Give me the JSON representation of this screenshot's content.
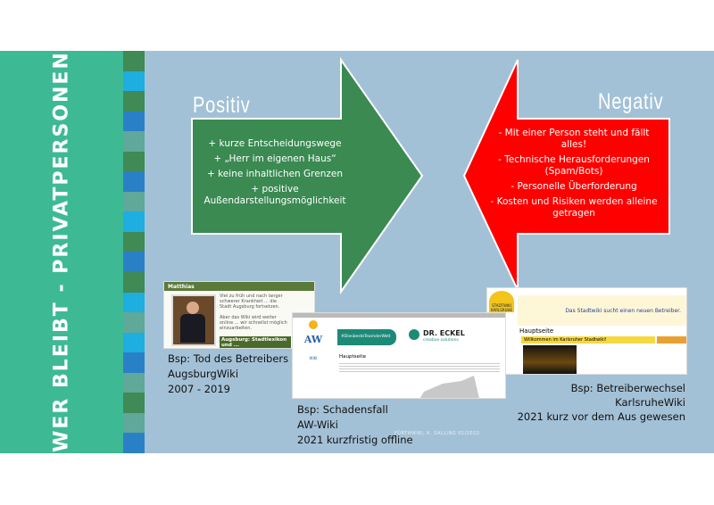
{
  "side_title": "WER BLEIBT - PRIVATPERSONEN",
  "stripe_colors": [
    "#3f8a55",
    "#1eaee0",
    "#3f8a55",
    "#2a80c6",
    "#5fa89a",
    "#3f8a55",
    "#2a80c6",
    "#5fa89a",
    "#1eaee0",
    "#3f8a55",
    "#2a80c6",
    "#3f8a55",
    "#1eaee0",
    "#5fa89a",
    "#1eaee0",
    "#2a80c6",
    "#5fa89a",
    "#3f8a55",
    "#5fa89a",
    "#2a80c6"
  ],
  "positive": {
    "title": "Positiv",
    "color": "#3a8a52",
    "items": [
      "+ kurze Entscheidungswege",
      "+ „Herr im eigenen Haus“",
      "+ keine inhaltlichen Grenzen",
      "+ positive Außendarstellungsmöglichkeit"
    ]
  },
  "negative": {
    "title": "Negativ",
    "color": "#ff0000",
    "items": [
      "- Mit einer Person steht und fällt alles!",
      "- Technische Herausforderungen (Spam/Bots)",
      "- Personelle Überforderung",
      "- Kosten und Risiken werden alleine getragen"
    ]
  },
  "examples": [
    {
      "shot": {
        "header": "Matthias",
        "text": "Viel zu früh und nach langer schwerer Krankheit ... die Stadt Augsburg fortsetzen.",
        "text2": "Aber das Wiki wird weiter online ... wir schnellst möglich einzuarbeiten.",
        "footer": "Augsburg: Stadtlexikon und ..."
      },
      "lines": [
        "Bsp: Tod des Betreibers",
        "AugsburgWiki",
        "2007 - 2019"
      ]
    },
    {
      "shot": {
        "logo": "AW",
        "logo_sub": "WIKI",
        "banner": "#DiesbesteTeamderWelt",
        "brand": "DR. ECKEL",
        "brand_sub": "creative solutions",
        "heading": "Hauptseite"
      },
      "lines": [
        "Bsp: Schadensfall",
        "AW-Wiki",
        "2021 kurzfristig offline"
      ]
    },
    {
      "shot": {
        "logo": "STADTWIKI KARLSRUHE",
        "notice": "Das Stadtwiki sucht einen neuen Betreiber.",
        "heading": "Hauptseite",
        "welcome": "Willkommen im Karlsruher Stadtwiki!"
      },
      "lines": [
        "Bsp:  Betreiberwechsel",
        "KarlsruheWiki",
        "2021 kurz vor dem Aus gewesen"
      ]
    }
  ],
  "footer_note": "FÜRTHWIKI, K. SALLING 01/2022"
}
